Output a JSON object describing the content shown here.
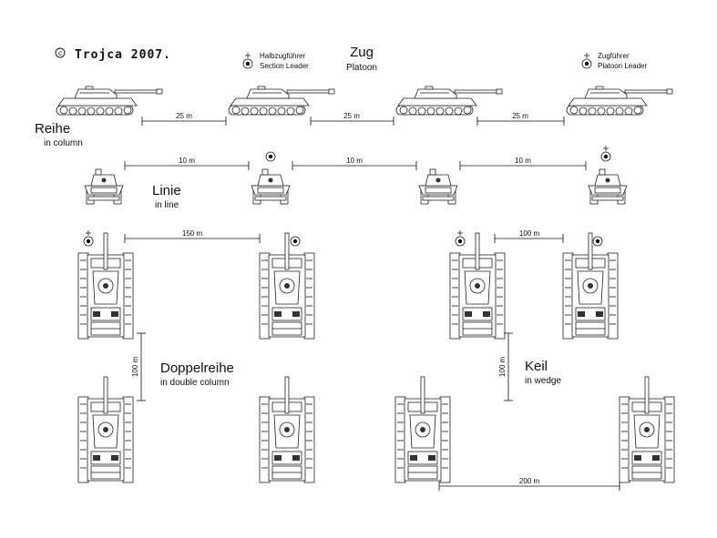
{
  "logo": {
    "copyright": "c",
    "text": "Trojca 2007."
  },
  "header": {
    "zug": "Zug",
    "platoon": "Platoon",
    "halbzug_de": "Halbzugführer",
    "halbzug_en": "Section Leader",
    "zugfuehrer_de": "Zugführer",
    "zugfuehrer_en": "Platoon Leader"
  },
  "formations": {
    "reihe": {
      "title": "Reihe",
      "subtitle": "in column"
    },
    "linie": {
      "title": "Linie",
      "subtitle": "in line"
    },
    "doppelreihe": {
      "title": "Doppelreihe",
      "subtitle": "in double column"
    },
    "keil": {
      "title": "Keil",
      "subtitle": "in wedge"
    }
  },
  "distances": {
    "column_1": "25 m",
    "column_2": "25 m",
    "column_3": "25 m",
    "line_1": "10 m",
    "line_2": "10 m",
    "line_3": "10 m",
    "double_h": "150 m",
    "double_v": "100 m",
    "wedge_h": "100 m",
    "wedge_v": "100 m",
    "wedge_bottom": "200 m"
  }
}
